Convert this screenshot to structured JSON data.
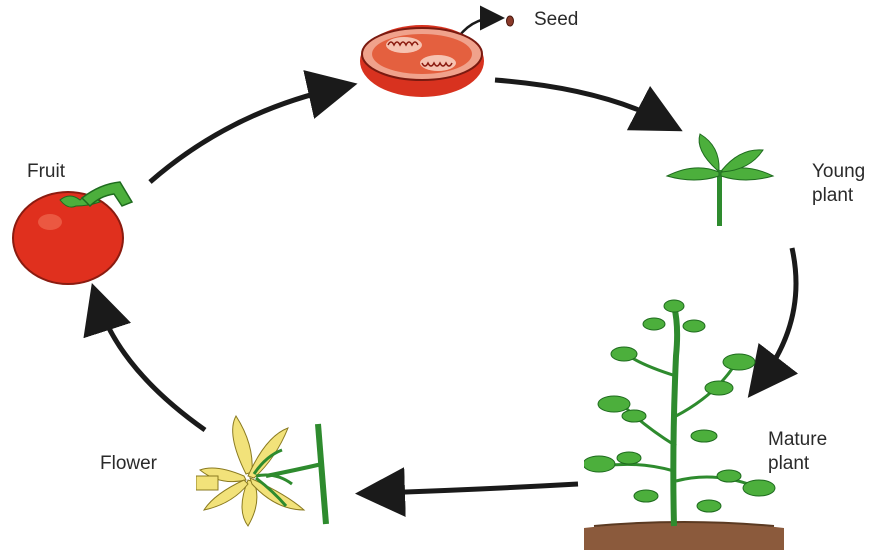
{
  "diagram": {
    "labels": {
      "seed": "Seed",
      "young_plant": [
        "Young",
        "plant"
      ],
      "mature_plant": [
        "Mature",
        "plant"
      ],
      "flower": "Flower",
      "fruit": "Fruit"
    },
    "colors": {
      "arrow": "#1a1a1a",
      "tomato_red": "#e0301e",
      "tomato_flesh": "#f4b7a4",
      "leaf_green": "#4caf3c",
      "stem_green": "#2e8b2e",
      "petal_yellow": "#f2e27a",
      "soil": "#8b5a3c"
    },
    "icons": [
      "cut-tomato-icon",
      "young-plant-icon",
      "mature-plant-icon",
      "flower-icon",
      "tomato-fruit-icon"
    ]
  }
}
